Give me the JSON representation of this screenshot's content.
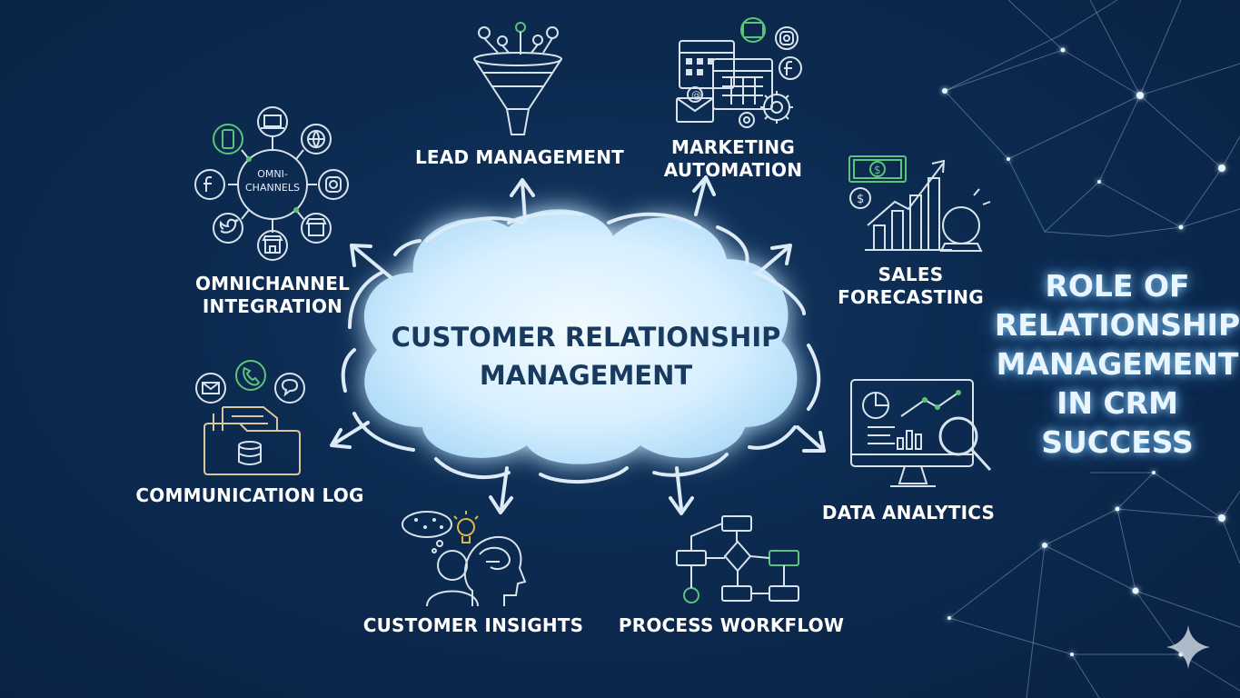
{
  "center": {
    "line1": "CUSTOMER RELATIONSHIP",
    "line2": "MANAGEMENT"
  },
  "side_title": {
    "lines": [
      "ROLE OF",
      "RELATIONSHIP",
      "MANAGEMENT",
      "IN CRM",
      "SUCCESS"
    ]
  },
  "nodes": {
    "lead": "LEAD MANAGEMENT",
    "marketing": [
      "MARKETING",
      "AUTOMATION"
    ],
    "forecasting": [
      "SALES",
      "FORECASTING"
    ],
    "analytics": "DATA ANALYTICS",
    "workflow": "PROCESS WORKFLOW",
    "insights": "CUSTOMER INSIGHTS",
    "commlog": "COMMUNICATION LOG",
    "omnichannel": [
      "OMNICHANNEL",
      "INTEGRATION"
    ]
  },
  "omni_hub": [
    "OMNI-",
    "CHANNELS"
  ],
  "icons": [
    "funnel-icon",
    "calendar-icon",
    "mail-icon",
    "instagram-icon",
    "facebook-icon",
    "gear-icon",
    "money-icon",
    "dollar-icon",
    "bar-chart-icon",
    "crystal-ball-icon",
    "monitor-icon",
    "magnifier-icon",
    "flowchart-icon",
    "head-icon",
    "brain-icon",
    "lightbulb-icon",
    "folder-icon",
    "database-icon",
    "phone-icon",
    "chat-icon",
    "mobile-icon",
    "laptop-icon",
    "globe-icon",
    "twitter-icon",
    "store-icon"
  ],
  "colors": {
    "background": "#0b2547",
    "cloud": "#dff3ff",
    "cloud_text": "#173a5e",
    "line": "#d9e3ec",
    "accent_green": "#5cc47a",
    "glow": "#8fd4ff"
  }
}
